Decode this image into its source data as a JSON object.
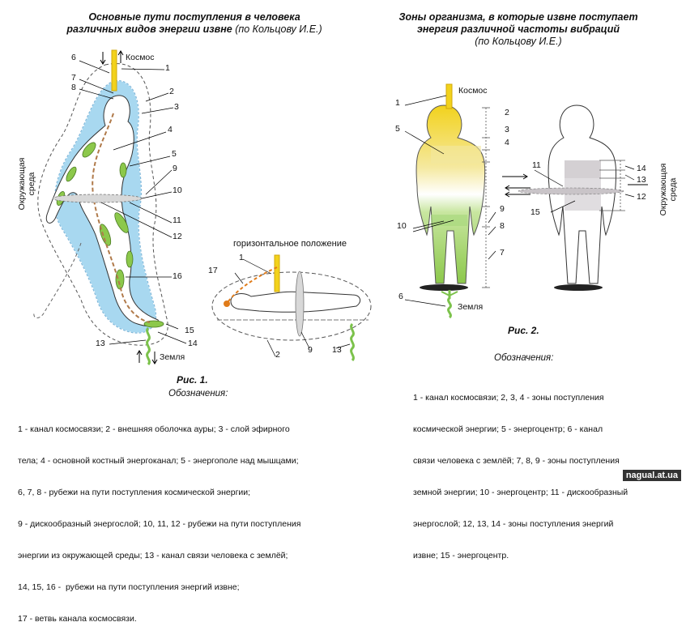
{
  "left": {
    "title": "Основные пути поступления в человека",
    "title2": "различных видов энергии извне",
    "author": "(по Кольцову И.Е.)",
    "kosmos": "Космос",
    "zemlya": "Земля",
    "env": "Окружающая среда",
    "env1": "Окружающая",
    "env2": "среда",
    "horiz": "горизонтальное положение",
    "caption": "Рис. 1.",
    "legend_header": "Обозначения:",
    "legend": [
      "1 - канал космосвязи; 2 - внешняя оболочка ауры; 3 - слой эфирного",
      "тела; 4 - основной костный энергоканал; 5 - энергополе над мышцами;",
      "6, 7, 8 - рубежи на пути поступления космической энергии;",
      "9 - дискообразный энергослой; 10, 11, 12 - рубежи на пути поступления",
      "энергии из окружающей среды; 13 - канал связи человека с землёй;",
      "14, 15, 16 -  рубежи на пути поступления энергий извне;",
      "17 - ветвь канала космосвязи."
    ],
    "nums": [
      "6",
      "1",
      "7",
      "8",
      "2",
      "3",
      "4",
      "5",
      "9",
      "10",
      "11",
      "12",
      "16",
      "15",
      "14",
      "13",
      "17",
      "1",
      "2",
      "9",
      "13"
    ]
  },
  "right": {
    "title": "Зоны организма, в которые извне поступает",
    "title2": "энергия различной частоты вибраций",
    "author": "(по Кольцову И.Е.)",
    "kosmos": "Космос",
    "zemlya": "Земля",
    "env1": "Окружающая",
    "env2": "среда",
    "caption": "Рис. 2.",
    "legend_header": "Обозначения:",
    "legend": [
      "1 - канал космосвязи; 2, 3, 4 - зоны поступления",
      "космической энергии; 5 - энергоцентр; 6 - канал",
      "связи человека с землёй; 7, 8, 9 - зоны поступления",
      "земной энергии; 10 - энергоцентр; 11 - дискообразный",
      "энергослой; 12, 13, 14 - зоны поступления энергий",
      "извне; 15 - энергоцентр."
    ],
    "nums": [
      "1",
      "2",
      "3",
      "4",
      "5",
      "9",
      "10",
      "8",
      "7",
      "6",
      "11",
      "14",
      "13",
      "12",
      "15"
    ]
  },
  "watermark": "nagual.at.ua",
  "colors": {
    "aura_blue": "#a8d8f0",
    "body_green": "#8cc84b",
    "yellow": "#f2d21c",
    "orange": "#e07b1a",
    "grey_zone": "#c9c4c8"
  }
}
